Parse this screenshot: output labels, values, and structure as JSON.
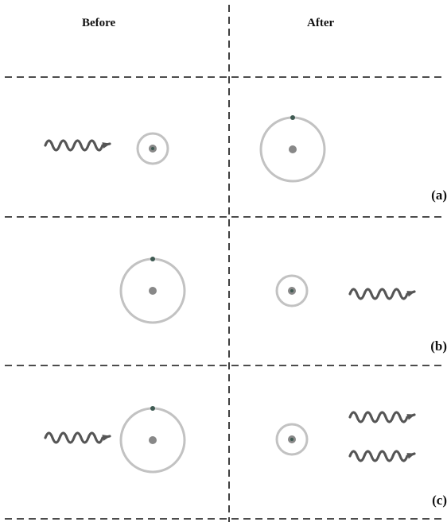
{
  "headers": {
    "before": "Before",
    "after": "After"
  },
  "rows": [
    {
      "label": "(a)"
    },
    {
      "label": "(b)"
    },
    {
      "label": "(c)"
    }
  ],
  "colors": {
    "divider": "#111111",
    "orbit": "#c2c2c2",
    "nucleus": "#888888",
    "electron": "#3f5a52",
    "photon": "#555555"
  }
}
